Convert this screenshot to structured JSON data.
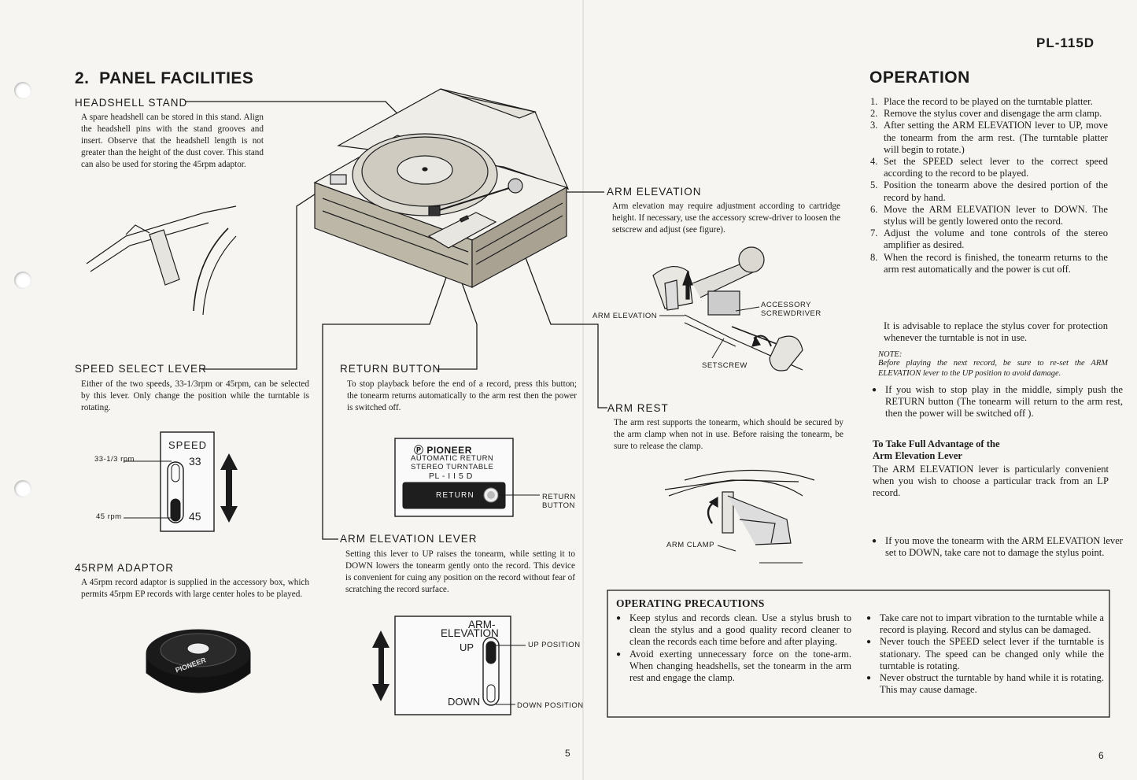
{
  "header": {
    "model": "PL-115D"
  },
  "left": {
    "title": "2.  PANEL FACILITIES",
    "headshell": {
      "label": "HEADSHELL STAND",
      "text": "A spare headshell can be stored in this stand. Align the headshell pins with the stand grooves and insert. Observe that the headshell length is not greater than the height of the dust cover. This stand can also be used for storing the 45rpm adaptor."
    },
    "speed": {
      "label": "SPEED SELECT LEVER",
      "text": "Either of the two speeds, 33-1/3rpm or 45rpm, can be selected by this lever. Only change the position while the turntable is rotating.",
      "panel_title": "SPEED",
      "val_33": "33",
      "val_45": "45",
      "callout_33": "33-1/3 rpm",
      "callout_45": "45 rpm"
    },
    "adaptor": {
      "label": "45RPM ADAPTOR",
      "text": "A 45rpm record adaptor is supplied in the accessory box, which permits 45rpm EP records with large center holes to be played."
    },
    "return_btn": {
      "label": "RETURN BUTTON",
      "text": "To stop playback before the end of a record, press this button; the tonearm returns automatically to the arm rest then the power is switched off.",
      "brand": "PIONEER",
      "brand_line1": "AUTOMATIC RETURN",
      "brand_line2": "STEREO TURNTABLE",
      "brand_model": "PL - I I 5 D",
      "button_text": "RETURN",
      "callout_line1": "RETURN",
      "callout_line2": "BUTTON"
    },
    "arm_elev_lever": {
      "label": "ARM ELEVATION LEVER",
      "text": "Setting this lever to UP raises the tonearm, while setting it to DOWN lowers the tonearm gently onto the record. This device is convenient for cuing any position on the record without fear of scratching the record surface.",
      "panel_line1": "ARM-",
      "panel_line2": "ELEVATION",
      "up": "UP",
      "down": "DOWN",
      "callout_up": "UP POSITION",
      "callout_down": "DOWN POSITION"
    },
    "arm_elevation": {
      "label": "ARM ELEVATION",
      "text": "Arm elevation may require adjustment according to cartridge height. If necessary, use the accessory screw-driver to loosen the setscrew and adjust (see figure).",
      "fig_arm_elevation": "ARM ELEVATION",
      "fig_accessory1": "ACCESSORY",
      "fig_accessory2": "SCREWDRIVER",
      "fig_setscrew": "SETSCREW"
    },
    "arm_rest": {
      "label": "ARM REST",
      "text": "The arm rest supports the tonearm, which should be secured by the arm clamp when not in use. Before raising the tonearm, be sure to release the clamp.",
      "fig_clamp": "ARM CLAMP"
    },
    "page_number": "5",
    "disc_text": "PIONEER"
  },
  "right": {
    "title": "OPERATION",
    "steps": [
      {
        "n": "1.",
        "t": "Place the record to be played on the turntable platter."
      },
      {
        "n": "2.",
        "t": "Remove the stylus cover and disengage the arm clamp."
      },
      {
        "n": "3.",
        "t": "After setting the ARM ELEVATION lever to UP, move the tonearm from the arm rest. (The turntable platter will begin to rotate.)"
      },
      {
        "n": "4.",
        "t": "Set the SPEED select lever to the correct speed according to the record to be played."
      },
      {
        "n": "5.",
        "t": "Position the tonearm above the desired portion of the record by hand."
      },
      {
        "n": "6.",
        "t": "Move the ARM ELEVATION lever to DOWN. The stylus will be gently lowered onto the record."
      },
      {
        "n": "7.",
        "t": "Adjust the volume and tone controls of the stereo amplifier as desired."
      },
      {
        "n": "8.",
        "t": "When the record is finished, the tonearm returns to the arm rest automatically and the power is cut off."
      }
    ],
    "step8_extra": "It is advisable to replace the stylus cover for protection whenever the turntable is not in use.",
    "note_label": "NOTE:",
    "note_text": "Before playing the next record, be sure to re-set the ARM ELEVATION lever to the UP position to avoid damage.",
    "bullet_stop": "If you wish to stop play in the middle, simply push the RETURN button (The tonearm will return to the arm rest, then the power will be switched off ).",
    "advantage_title1": "To Take Full Advantage of the",
    "advantage_title2": "Arm Elevation Lever",
    "advantage_text": "The ARM ELEVATION lever is particularly convenient when you wish to choose a particular track from an LP record.",
    "advantage_bullet": "If you move the tonearm with the ARM ELEVATION lever set to DOWN, take care not to damage the stylus point.",
    "precautions": {
      "title": "OPERATING PRECAUTIONS",
      "col1": [
        "Keep stylus and records clean. Use a stylus brush to clean the stylus and a good quality record cleaner to clean the records each time before and after playing.",
        "Avoid exerting unnecessary force on the tone-arm. When changing headshells, set the tonearm in the arm rest and engage the clamp."
      ],
      "col2": [
        "Take care not to impart vibration to the turntable while a record is playing. Record and stylus can be damaged.",
        "Never touch the SPEED select lever if the turntable is stationary. The speed can be changed only while the turntable is rotating.",
        "Never obstruct the turntable by hand while it is rotating. This may cause damage."
      ]
    },
    "page_number": "6"
  },
  "colors": {
    "paper": "#f6f5f1",
    "ink": "#1b1b1b",
    "panel_dark": "#1e1e1e"
  }
}
